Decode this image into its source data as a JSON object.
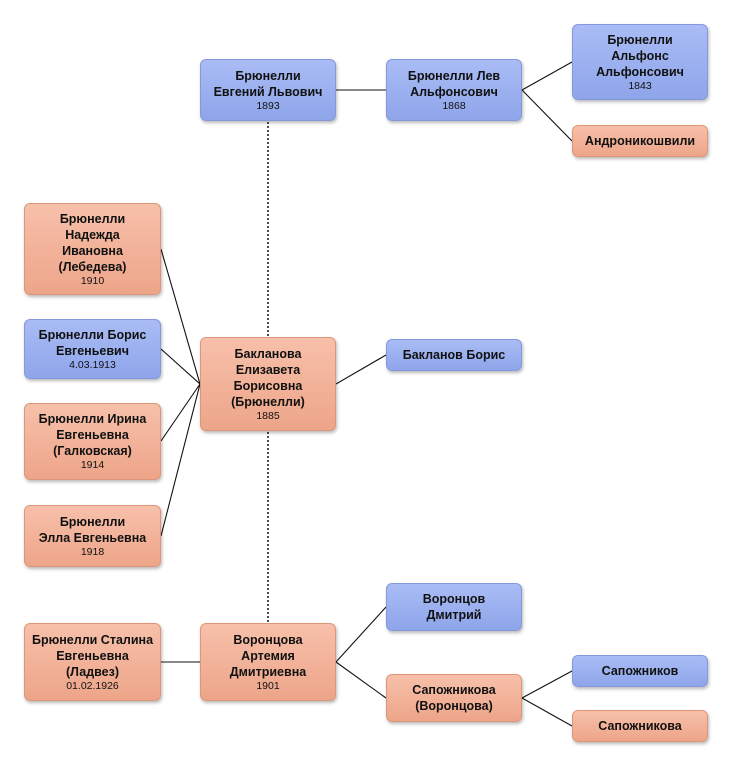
{
  "colors": {
    "male": "#9cb0f0",
    "female": "#f2b399",
    "line": "#111111"
  },
  "nodes": [
    {
      "id": "evgeny",
      "name": "Брюнелли\nЕвгений Львович",
      "year": "1893",
      "gender": "male"
    },
    {
      "id": "lev",
      "name": "Брюнелли Лев\nАльфонсович",
      "year": "1868",
      "gender": "male"
    },
    {
      "id": "alfons",
      "name": "Брюнелли\nАльфонс\nАльфонсович",
      "year": "1843",
      "gender": "male"
    },
    {
      "id": "andronik",
      "name": "Андроникошвили",
      "year": "",
      "gender": "female"
    },
    {
      "id": "nadezhda",
      "name": "Брюнелли\nНадежда\nИвановна\n(Лебедева)",
      "year": "1910",
      "gender": "female"
    },
    {
      "id": "boris_e",
      "name": "Брюнелли Борис\nЕвгеньевич",
      "year": "4.03.1913",
      "gender": "male"
    },
    {
      "id": "elizaveta",
      "name": "Бакланова\nЕлизавета\nБорисовна\n(Брюнелли)",
      "year": "1885",
      "gender": "female"
    },
    {
      "id": "boris_b",
      "name": "Бакланов Борис",
      "year": "",
      "gender": "male"
    },
    {
      "id": "irina",
      "name": "Брюнелли Ирина\nЕвгеньевна\n(Галковская)",
      "year": "1914",
      "gender": "female"
    },
    {
      "id": "ella",
      "name": "Брюнелли\nЭлла Евгеньевна",
      "year": "1918",
      "gender": "female"
    },
    {
      "id": "vorontsov_d",
      "name": "Воронцов\nДмитрий",
      "year": "",
      "gender": "male"
    },
    {
      "id": "stalina",
      "name": "Брюнелли Сталина\nЕвгеньевна\n(Ладвез)",
      "year": "01.02.1926",
      "gender": "female"
    },
    {
      "id": "artemia",
      "name": "Воронцова\nАртемия\nДмитриевна",
      "year": "1901",
      "gender": "female"
    },
    {
      "id": "sapozhnikov",
      "name": "Сапожников",
      "year": "",
      "gender": "male"
    },
    {
      "id": "sapozhnikova_v",
      "name": "Сапожникова\n(Воронцова)",
      "year": "",
      "gender": "female"
    },
    {
      "id": "sapozhnikova",
      "name": "Сапожникова",
      "year": "",
      "gender": "female"
    }
  ]
}
